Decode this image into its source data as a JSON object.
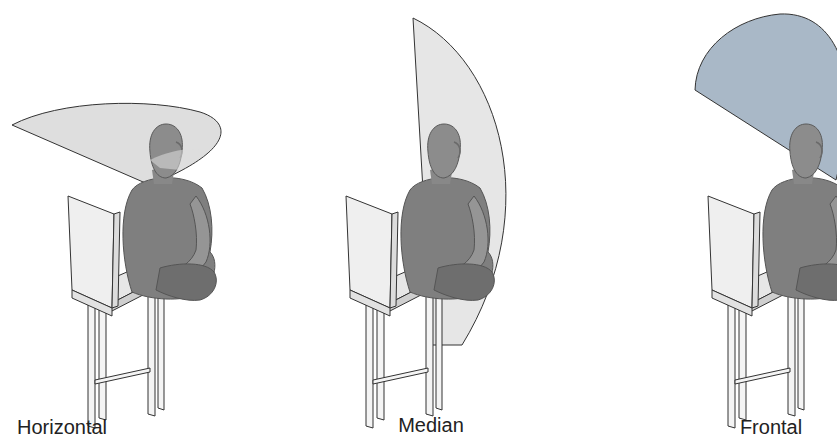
{
  "diagram": {
    "labels": [
      "Horizontal",
      "Median",
      "Frontal"
    ]
  }
}
